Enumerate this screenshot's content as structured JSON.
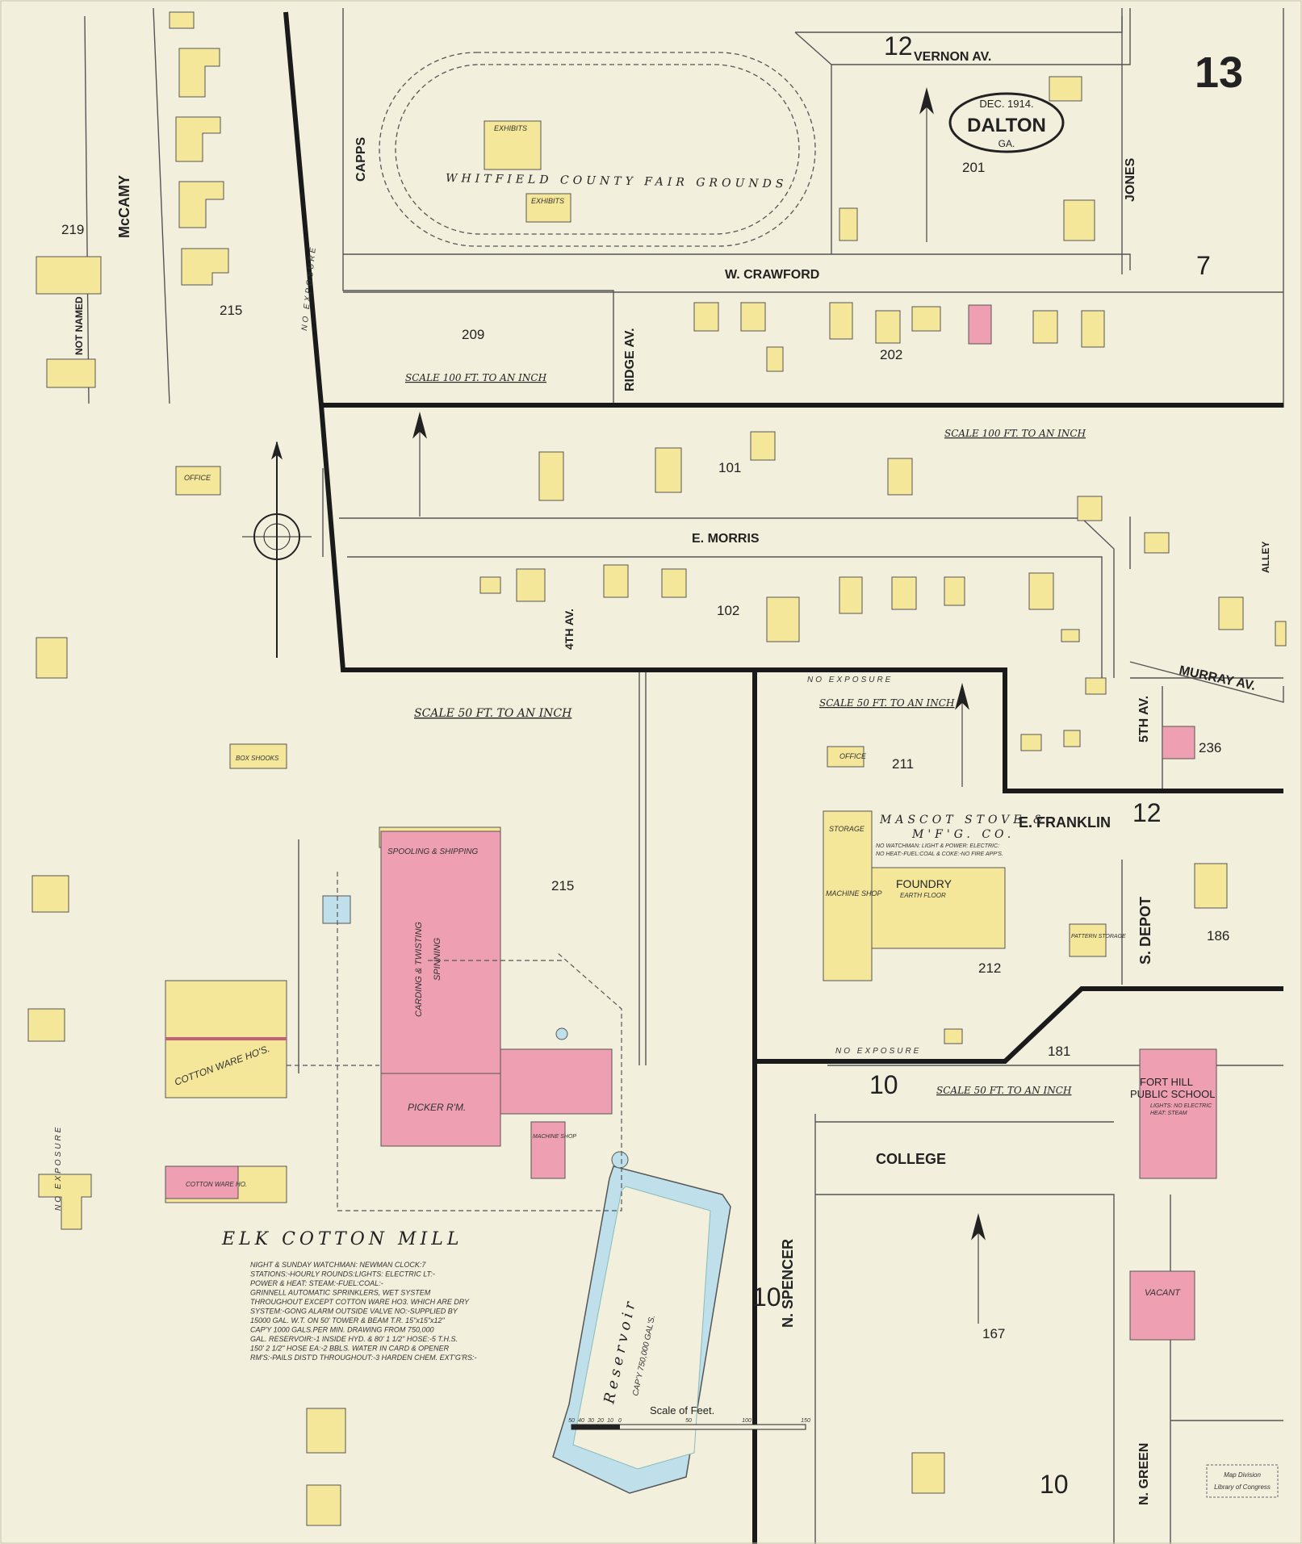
{
  "sheet_number": "13",
  "place": {
    "city": "DALTON",
    "state": "GA.",
    "date": "DEC. 1914."
  },
  "streets": {
    "vernon": "VERNON AV.",
    "crawford": "W. CRAWFORD",
    "morris": "E. MORRIS",
    "murray": "MURRAY AV.",
    "franklin": "E. FRANKLIN",
    "college": "COLLEGE",
    "capps": "CAPPS",
    "mccamy": "McCAMY",
    "not_named": "NOT NAMED",
    "ridge": "RIDGE AV.",
    "fourth": "4TH AV.",
    "fifth": "5TH AV.",
    "jones": "JONES",
    "alley": "ALLEY",
    "s_depot": "S. DEPOT",
    "n_spencer": "N. SPENCER",
    "n_green": "N. GREEN"
  },
  "block_numbers": {
    "b201": "201",
    "b202": "202",
    "b209": "209",
    "b219": "219",
    "b215a": "215",
    "b101": "101",
    "b102": "102",
    "b211": "211",
    "b236": "236",
    "b215b": "215",
    "b212": "212",
    "b186": "186",
    "b181": "181",
    "b167": "167",
    "w12top": "12",
    "w7": "7",
    "w12mid": "12",
    "w10mid": "10",
    "w10spencer": "10",
    "w10bottom": "10"
  },
  "scales": {
    "s1": "SCALE 100 FT. TO AN INCH",
    "s2": "SCALE 100 FT. TO AN INCH",
    "s3": "SCALE 50 FT. TO AN INCH",
    "s4": "SCALE 50 FT. TO AN INCH",
    "s5": "SCALE 50 FT. TO AN INCH",
    "feet_label": "Scale of Feet.",
    "feet_ticks": [
      "50",
      "40",
      "30",
      "20",
      "10",
      "0",
      "50",
      "100",
      "150"
    ]
  },
  "places": {
    "fairgrounds": "WHITFIELD COUNTY FAIR GROUNDS",
    "exhibits1": "EXHIBITS",
    "exhibits2": "EXHIBITS",
    "mill": "ELK COTTON MILL",
    "reservoir": "Reservoir",
    "reservoir_cap": "CAP'Y 750,000 GAL'S.",
    "mascot1": "MASCOT STOVE &",
    "mascot2": "M'F'G. CO.",
    "foundry": "FOUNDRY",
    "earth_floor": "EARTH FLOOR",
    "machine_shop": "MACHINE SHOP",
    "storage": "STORAGE",
    "school1": "FORT HILL",
    "school2": "PUBLIC SCHOOL",
    "vacant": "VACANT",
    "office": "OFFICE",
    "office2": "OFFICE",
    "spooling": "SPOOLING & SHIPPING",
    "carding": "CARDING & TWISTING",
    "spinning": "SPINNING",
    "picker": "PICKER R'M.",
    "cotton_ware": "COTTON WARE HO'S.",
    "cotton_ware2": "COTTON WARE HO.",
    "box_shooks": "BOX SHOOKS",
    "pattern_storage": "PATTERN STORAGE",
    "machine_shop2": "MACHINE SHOP",
    "no_exposure": "NO EXPOSURE"
  },
  "notes": {
    "mill_lines": [
      "NIGHT & SUNDAY WATCHMAN: NEWMAN CLOCK:7",
      "STATIONS:-HOURLY ROUNDS:LIGHTS: ELECTRIC LT:-",
      "POWER & HEAT: STEAM:-FUEL:COAL:-",
      "GRINNELL AUTOMATIC SPRINKLERS, WET SYSTEM",
      "THROUGHOUT EXCEPT COTTON WARE HO3. WHICH ARE DRY",
      "SYSTEM:-GONG ALARM OUTSIDE VALVE NO:-SUPPLIED BY",
      "15000 GAL. W.T. ON 50' TOWER & BEAM T.R. 15\"x15\"x12\"",
      "CAP'Y 1000 GALS.PER MIN. DRAWING FROM 750,000",
      "GAL. RESERVOIR:-1 INSIDE HYD. & 80' 1 1/2\" HOSE:-5 T.H.S.",
      "150' 2 1/2\" HOSE EA:-2 BBLS. WATER IN CARD & OPENER",
      "RM'S:-PAILS DIST'D THROUGHOUT:-3 HARDEN CHEM. EXT'G'RS:-"
    ],
    "mascot_lines": [
      "NO WATCHMAN: LIGHT & POWER: ELECTRIC:",
      "NO HEAT:-FUEL:COAL & COKE:-NO FIRE APP'S."
    ],
    "school_lines": [
      "LIGHTS: NO ELECTRIC",
      "HEAT: STEAM"
    ]
  },
  "stamp": {
    "line1": "Map Division",
    "line2": "Library of Congress"
  },
  "colors": {
    "paper": "#f3efdd",
    "frame": "#f5e79a",
    "brick": "#ee9fb2",
    "water": "#bfe0ea"
  }
}
